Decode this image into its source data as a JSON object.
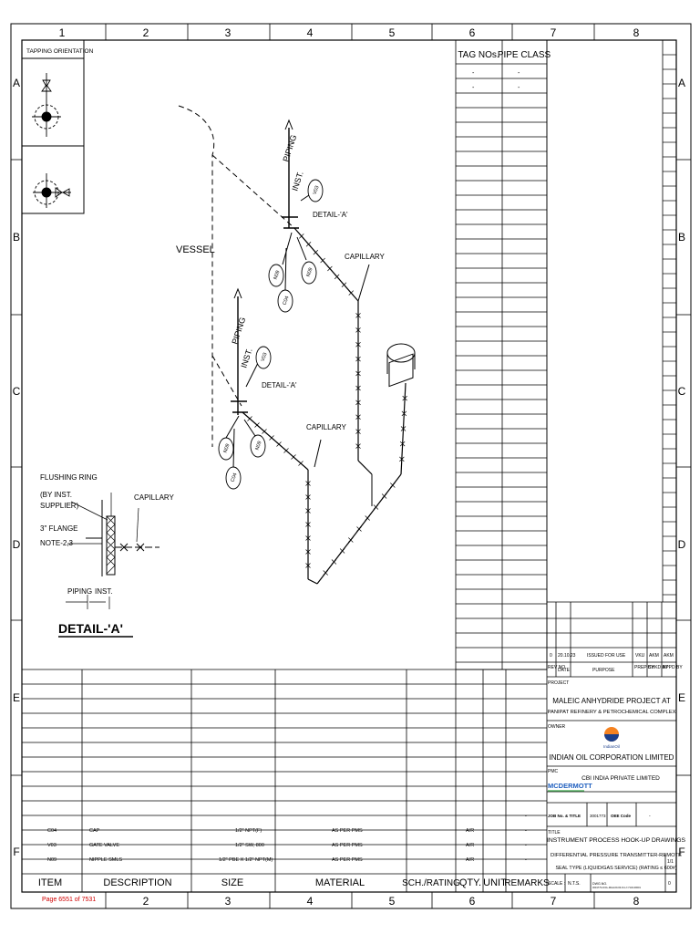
{
  "zones": {
    "columns": [
      "1",
      "2",
      "3",
      "4",
      "5",
      "6",
      "7",
      "8"
    ],
    "rows": [
      "A",
      "B",
      "C",
      "D",
      "E",
      "F"
    ]
  },
  "tapping": {
    "title": "TAPPING ORIENTATION"
  },
  "tag_table": {
    "headers": [
      "TAG NOs.",
      "PIPE CLASS"
    ],
    "rows": [
      [
        "-",
        "-"
      ],
      [
        "-",
        "-"
      ]
    ]
  },
  "drawing": {
    "vessel": "VESSEL",
    "piping": "PIPING",
    "inst": "INST.",
    "detail_ref": "DETAIL-'A'",
    "capillary": "CAPILLARY",
    "bubbles": [
      "V03",
      "N09",
      "N09",
      "C04"
    ]
  },
  "detail": {
    "flushing_ring": [
      "FLUSHING RING",
      "(BY INST.",
      "SUPPLIER)"
    ],
    "flange": [
      "3\" FLANGE",
      "NOTE-2,3"
    ],
    "capillary": "CAPILLARY",
    "piping": "PIPING",
    "inst": "INST.",
    "title": "DETAIL-'A'"
  },
  "bom": {
    "headers": [
      "ITEM",
      "DESCRIPTION",
      "SIZE",
      "MATERIAL",
      "SCH./RATING",
      "QTY.",
      "UNIT",
      "REMARKS"
    ],
    "rows": [
      {
        "item": "C04",
        "desc": "CAP",
        "size": "1/2\" NPT(F)",
        "material": "AS PER PMS",
        "qty": "A/R",
        "remarks": "-"
      },
      {
        "item": "V03",
        "desc": "GATE VALVE",
        "size": "1/2\" SW, 800",
        "material": "AS PER PMS",
        "qty": "A/R",
        "remarks": "-"
      },
      {
        "item": "N09",
        "desc": "NIPPLE SMLS",
        "size": "1/2\" PBE X 1/2\" NPT(M)",
        "material": "AS PER PMS",
        "qty": "A/R",
        "remarks": "-"
      }
    ],
    "blank_remark": "-"
  },
  "revision": {
    "rev": "0",
    "date": "20.10.23",
    "purpose": "ISSUED FOR USE",
    "prep": "VKU",
    "chkd": "AKM",
    "appd": "AKM",
    "headers": {
      "rev": "REV NO",
      "date": "DATE",
      "purpose": "PURPOSE",
      "prep": "PREP BY",
      "chkd": "CHKD BY",
      "appd": "APPD BY"
    }
  },
  "title_block": {
    "project_label": "PROJECT",
    "project_line1": "MALEIC ANHYDRIDE PROJECT AT",
    "project_line2": "PANIPAT REFINERY & PETROCHEMICAL COMPLEX",
    "owner_label": "OWNER",
    "owner_logo_text": "IndianOil",
    "owner": "INDIAN OIL CORPORATION LIMITED",
    "pmc_label": "PMC",
    "pmc_logo": "MCDERMOTT",
    "pmc": "CBI INDIA PRIVATE LIMITED",
    "job_label": "JOB No. & TITLE",
    "job_value": "3001773",
    "code_label": "OEE Code",
    "code_value": "-",
    "title_label": "TITLE",
    "title_line1": "INSTRUMENT PROCESS HOOK-UP DRAWINGS",
    "title_line2": "DIFFERENTIAL PRESSURE TRANSMITTER-REMOTE",
    "title_line3": "SEAL TYPE (LIQUID/GAS SERVICE) (RATING ≤ 600#)",
    "scale_label": "SCALE :",
    "scale_value": "N.T.S.",
    "dwg_label": "DWG.NO.",
    "dwg_value": "3001773-IOCL-MAH-00-00-IC-LY-7143-00001",
    "sheet": "1/1",
    "rev_short": "0"
  },
  "footer": {
    "page": "Page 6551 of 7531"
  }
}
